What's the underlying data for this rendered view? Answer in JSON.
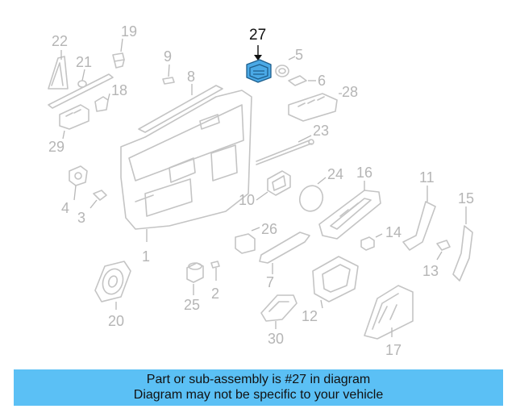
{
  "diagram": {
    "highlighted_part": "27",
    "callouts": [
      "27",
      "22",
      "19",
      "21",
      "9",
      "8",
      "5",
      "6",
      "18",
      "28",
      "29",
      "23",
      "24",
      "16",
      "11",
      "15",
      "10",
      "4",
      "3",
      "26",
      "14",
      "1",
      "7",
      "13",
      "25",
      "2",
      "20",
      "12",
      "30",
      "17"
    ]
  },
  "banner": {
    "line1": "Part or sub-assembly is #27 in diagram",
    "line2": "Diagram may not be specific to your vehicle",
    "color": "#5bc0f5"
  },
  "colors": {
    "highlight_fill": "#4aa9e6",
    "line_art": "#c4c4c4",
    "callout_text": "#b5b5b5"
  }
}
